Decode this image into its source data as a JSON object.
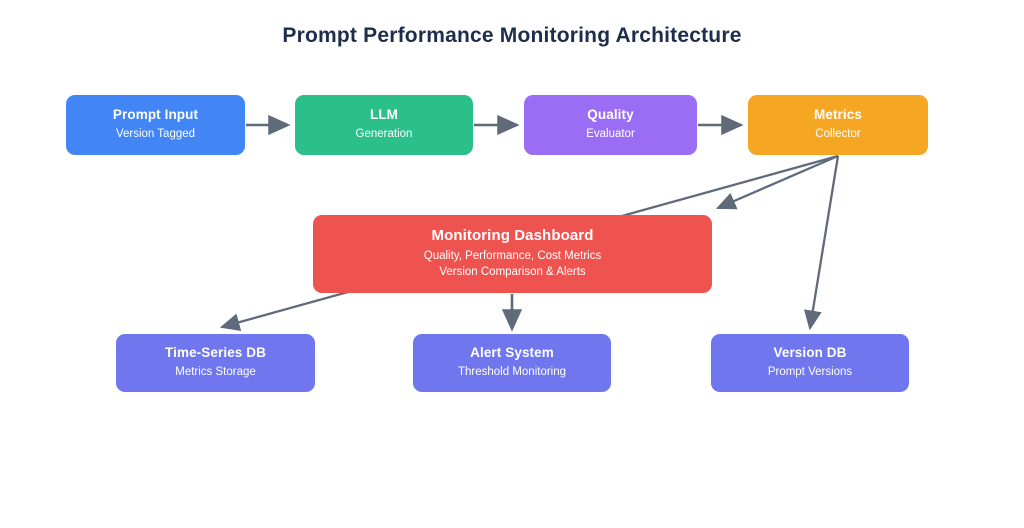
{
  "diagram": {
    "title": "Prompt Performance Monitoring Architecture",
    "background": "#ffffff",
    "title_color": "#1f2d4d",
    "arrow_color": "#5f6b7a",
    "nodes": [
      {
        "id": "prompt-input",
        "title": "Prompt Input",
        "subtitle": "Version Tagged",
        "color": "#4285f4"
      },
      {
        "id": "llm",
        "title": "LLM",
        "subtitle": "Generation",
        "color": "#2bbf8a"
      },
      {
        "id": "quality",
        "title": "Quality",
        "subtitle": "Evaluator",
        "color": "#9b6df5"
      },
      {
        "id": "metrics",
        "title": "Metrics",
        "subtitle": "Collector",
        "color": "#f5a623"
      },
      {
        "id": "monitoring-dashboard",
        "title": "Monitoring Dashboard",
        "subtitle": "Quality, Performance, Cost Metrics",
        "subtitle2": "Version Comparison & Alerts",
        "color": "#ef5350"
      },
      {
        "id": "time-series-db",
        "title": "Time-Series DB",
        "subtitle": "Metrics Storage",
        "color": "#6f76ee"
      },
      {
        "id": "alert-system",
        "title": "Alert System",
        "subtitle": "Threshold Monitoring",
        "color": "#6f76ee"
      },
      {
        "id": "version-db",
        "title": "Version DB",
        "subtitle": "Prompt Versions",
        "color": "#6f76ee"
      }
    ],
    "edges": [
      {
        "from": "prompt-input",
        "to": "llm"
      },
      {
        "from": "llm",
        "to": "quality"
      },
      {
        "from": "quality",
        "to": "metrics"
      },
      {
        "from": "metrics",
        "to": "monitoring-dashboard"
      },
      {
        "from": "metrics",
        "to": "time-series-db"
      },
      {
        "from": "metrics",
        "to": "version-db"
      },
      {
        "from": "monitoring-dashboard",
        "to": "alert-system"
      }
    ]
  }
}
